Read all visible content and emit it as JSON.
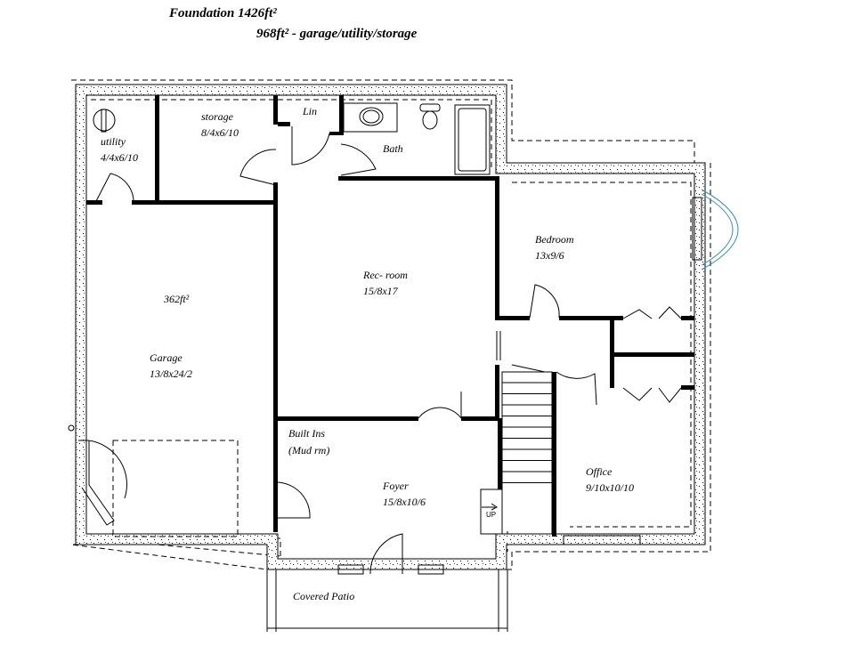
{
  "title": {
    "line1": "Foundation    1426ft²",
    "line2": "968ft²  - garage/utility/storage"
  },
  "rooms": {
    "utility": {
      "name": "utility",
      "size": "4/4x6/10"
    },
    "storage": {
      "name": "storage",
      "size": "8/4x6/10"
    },
    "linen": {
      "name": "Lin"
    },
    "bath": {
      "name": "Bath"
    },
    "bedroom": {
      "name": "Bedroom",
      "size": "13x9/6"
    },
    "rec_room": {
      "name": "Rec- room",
      "size": "15/8x17"
    },
    "garage": {
      "area": "362ft²",
      "name": "Garage",
      "size": "13/8x24/2"
    },
    "built_ins": {
      "name": "Built Ins",
      "note": "(Mud rm)"
    },
    "foyer": {
      "name": "Foyer",
      "size": "15/8x10/6"
    },
    "office": {
      "name": "Office",
      "size": "9/10x10/10"
    },
    "patio": {
      "name": "Covered Patio"
    }
  },
  "stairs": {
    "label": "UP"
  },
  "colors": {
    "lines": "#000000",
    "window": "#3a8fa8"
  }
}
